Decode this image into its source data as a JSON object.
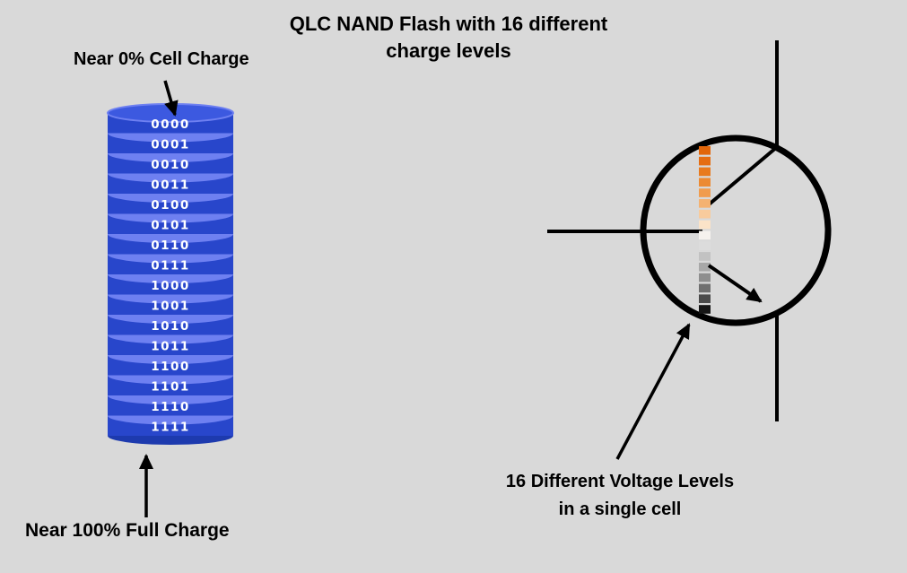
{
  "title": {
    "line1": "QLC NAND Flash with 16 different",
    "line2": "charge levels"
  },
  "labels": {
    "top_charge": "Near 0% Cell Charge",
    "bottom_charge": "Near 100% Full Charge",
    "voltage_line1": "16 Different Voltage Levels",
    "voltage_line2": "in a single cell"
  },
  "cylinder": {
    "levels": [
      "0000",
      "0001",
      "0010",
      "0011",
      "0100",
      "0101",
      "0110",
      "0111",
      "1000",
      "1001",
      "1010",
      "1011",
      "1100",
      "1101",
      "1110",
      "1111"
    ],
    "body_color": "#2846cb",
    "rim_color": "#6e80f1",
    "top_color": "#3c59e0",
    "bottom_color": "#1d3aae"
  },
  "transistor": {
    "voltage_bar_colors": [
      "#e2660a",
      "#e56d12",
      "#e87a1e",
      "#ec8a33",
      "#f09c4e",
      "#f4b272",
      "#f8cb9d",
      "#fbe3c8",
      "#f5f2ee",
      "#dcdcdc",
      "#c2c2c2",
      "#a8a8a8",
      "#8e8e8e",
      "#6f6f6f",
      "#4a4a4a",
      "#161616"
    ]
  },
  "colors": {
    "background": "#d9d9d9",
    "text": "#000000",
    "arrow": "#000000"
  }
}
